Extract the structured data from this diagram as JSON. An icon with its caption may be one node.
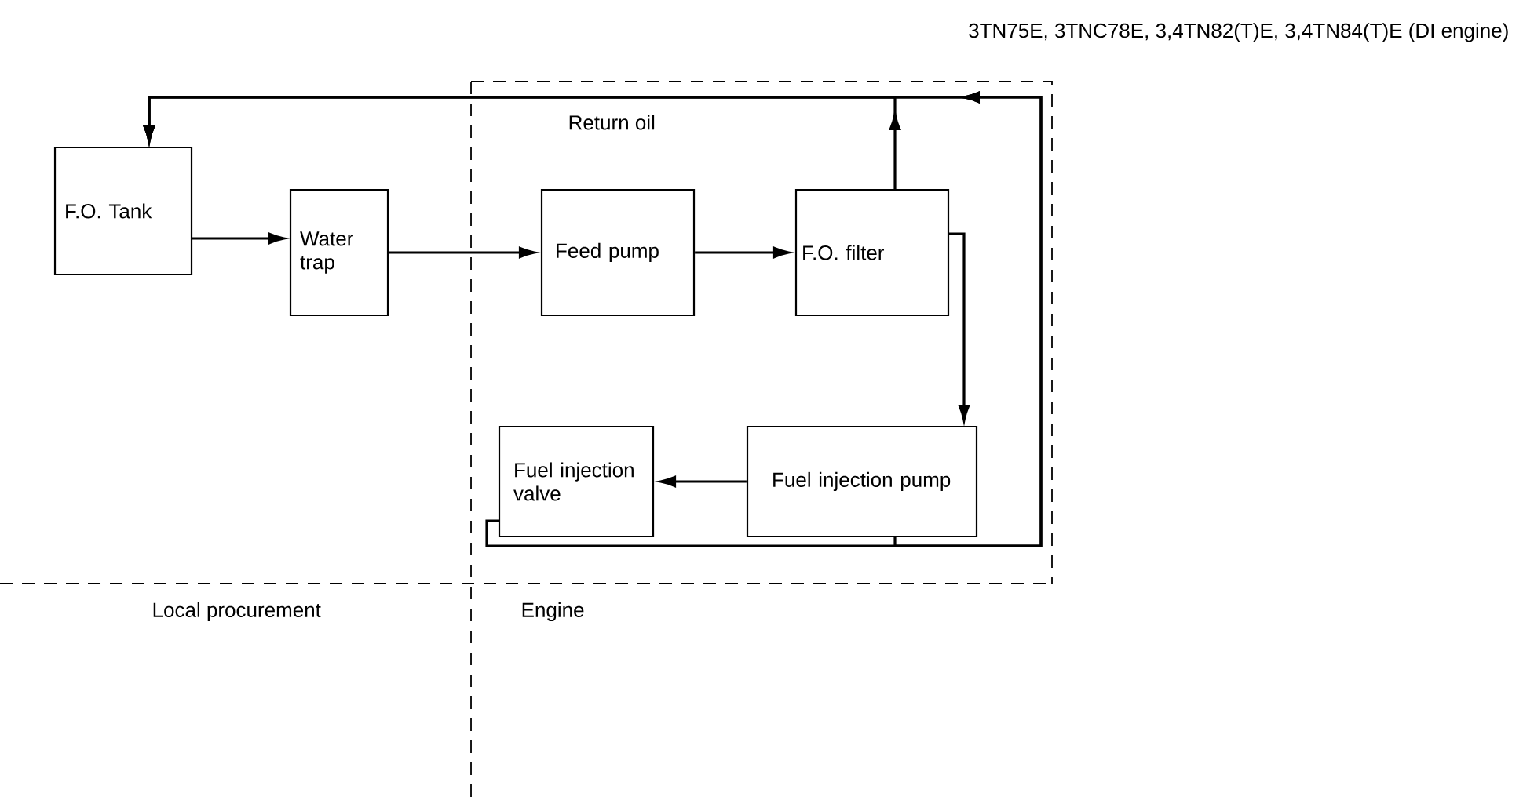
{
  "diagram": {
    "title": "3TN75E, 3TNC78E, 3,4TN82(T)E, 3,4TN84(T)E (DI engine)",
    "nodes": [
      {
        "text": [
          "F.O. Tank"
        ]
      },
      {
        "text": [
          "Water trap"
        ]
      },
      {
        "text": [
          "Feed pump"
        ]
      },
      {
        "text": [
          "F.O. filter"
        ]
      },
      {
        "text": [
          "Fuel injection valve"
        ]
      },
      {
        "text": [
          "Fuel injection pump"
        ]
      }
    ],
    "edges": [
      {
        "from": 0,
        "to": 1,
        "arrow": "to"
      },
      {
        "from": 1,
        "to": 2,
        "arrow": "to"
      },
      {
        "from": 2,
        "to": 3,
        "arrow": "to"
      },
      {
        "from": 3,
        "to": 5,
        "arrow": "to"
      },
      {
        "from": 5,
        "to": 4,
        "arrow": "to"
      },
      {
        "from": 3,
        "to": 0,
        "arrow": "to"
      },
      {
        "from": 4,
        "to": 0,
        "arrow": "to"
      },
      {
        "from": 5,
        "to": 0,
        "arrow": "to"
      }
    ],
    "labels": [
      "Return oil",
      "Local procurement",
      "Engine"
    ]
  }
}
